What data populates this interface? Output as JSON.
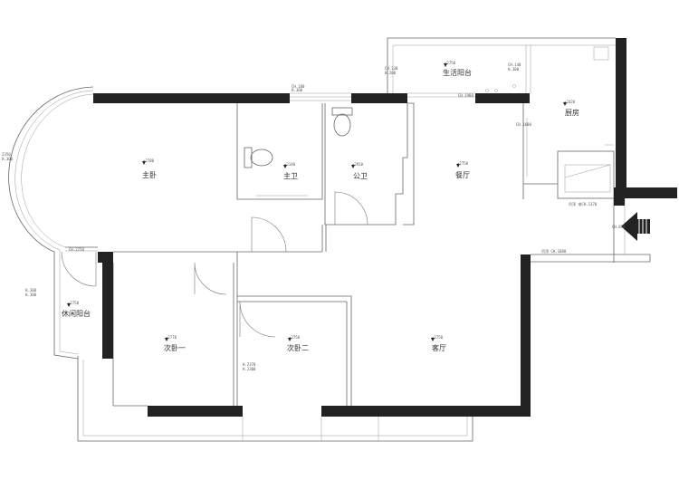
{
  "rooms": {
    "master_bedroom": "主卧",
    "master_bath": "主卫",
    "public_bath": "公卫",
    "dining": "餐厅",
    "kitchen": "厨房",
    "service_balcony": "生活阳台",
    "leisure_balcony": "休闲阳台",
    "second_bedroom_1": "次卧一",
    "second_bedroom_2": "次卧二",
    "living_room": "客厅"
  },
  "elevations": {
    "master_bedroom": "+2780",
    "master_bath": "+2140",
    "public_bath": "+2910",
    "dining": "+2750",
    "kitchen": "+2420",
    "service_balcony": "+2750",
    "leisure_balcony": "+2750",
    "second_bedroom_1": "+2770",
    "second_bedroom_2": "+2750",
    "living_room": "+2750"
  },
  "annotations": {
    "beam_master_bath": "CH.180",
    "beam_master_bath_2": "H.300",
    "beam_dining": "CH.1980",
    "beam_kitchen": "CH.1600",
    "beam_service_left": "CH.130",
    "beam_service_left_2": "H.200",
    "beam_service_right": "CH.140",
    "beam_service_right_2": "H.300",
    "kitchen_strip": "吊顶 电CH.1370",
    "living_beam": "吊顶 CH.1880",
    "entry_beam": "CH.870",
    "leisure_beam": "CH.2250",
    "leisure_side": "H.300",
    "leisure_side_2": "H.300",
    "arc_side": "2350",
    "arc_side_2": "H.300",
    "bed2_beam": "H.2370",
    "bed2_beam_2": "H.2300"
  },
  "colors": {
    "wall": "#222222",
    "line": "#666666",
    "background": "#ffffff"
  },
  "icons": {
    "entrance": "entrance-arrow-icon",
    "elevation": "elevation-marker-icon"
  }
}
